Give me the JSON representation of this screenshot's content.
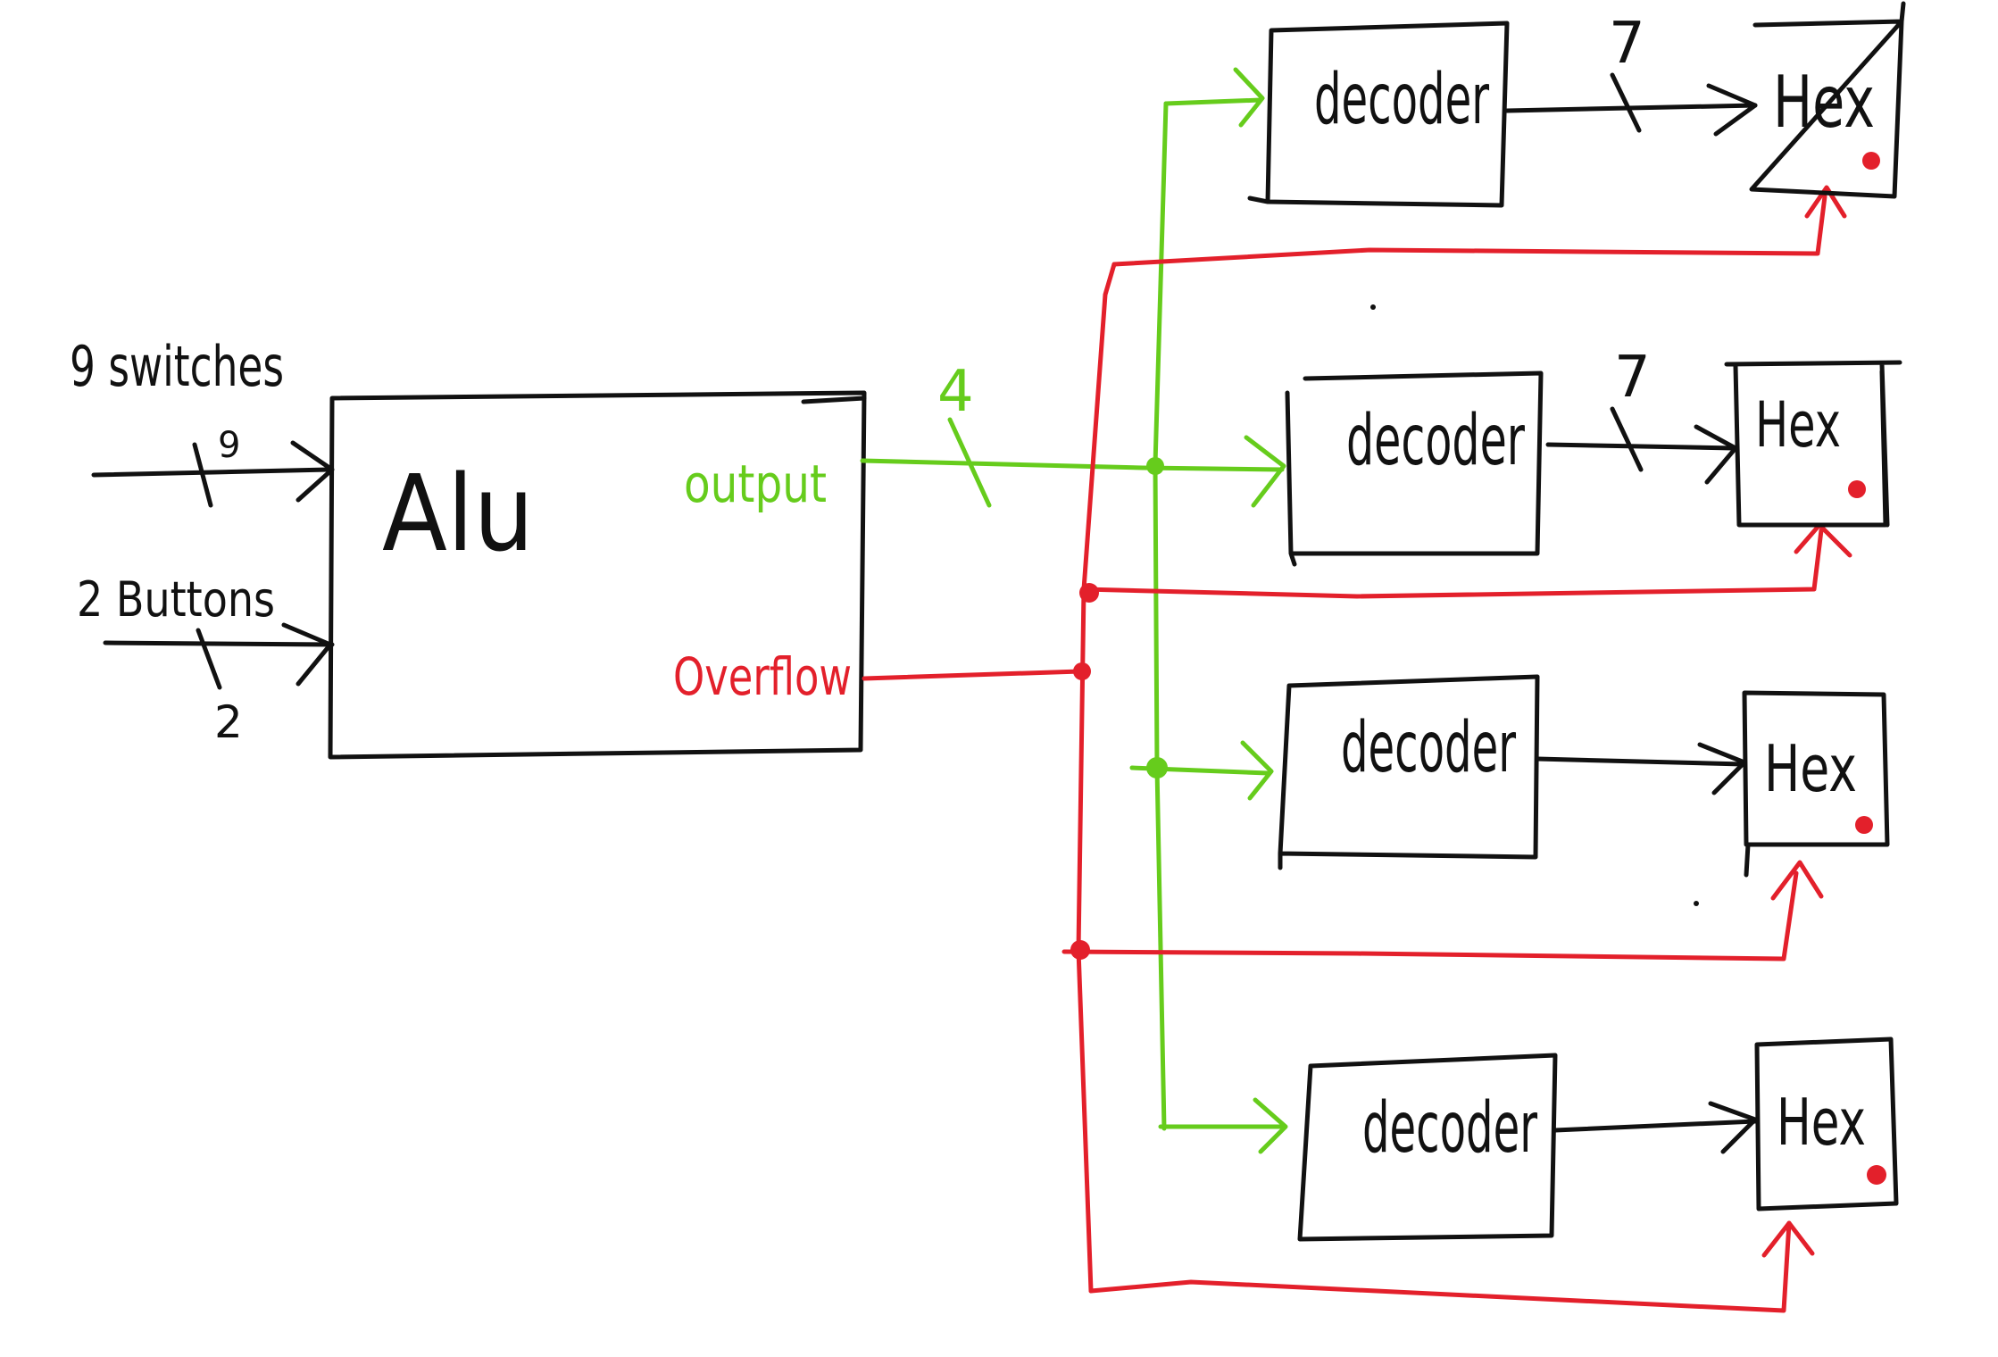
{
  "colors": {
    "ink": "#111111",
    "data_path": "#66cc1c",
    "overflow_path": "#e3202b",
    "background": "#ffffff"
  },
  "inputs": {
    "switches": {
      "label": "9 switches",
      "bus_width": "9"
    },
    "buttons": {
      "label": "2 Buttons",
      "bus_width": "2"
    }
  },
  "alu": {
    "label": "Alu",
    "output_label": "output",
    "overflow_label": "Overflow",
    "output_bus_width": "4"
  },
  "decoders": [
    {
      "label": "decoder",
      "bus_width": "7"
    },
    {
      "label": "decoder",
      "bus_width": "7"
    },
    {
      "label": "decoder",
      "bus_width": ""
    },
    {
      "label": "decoder",
      "bus_width": ""
    }
  ],
  "hex_displays": [
    {
      "label": "Hex"
    },
    {
      "label": "Hex"
    },
    {
      "label": "Hex"
    },
    {
      "label": "Hex"
    }
  ]
}
